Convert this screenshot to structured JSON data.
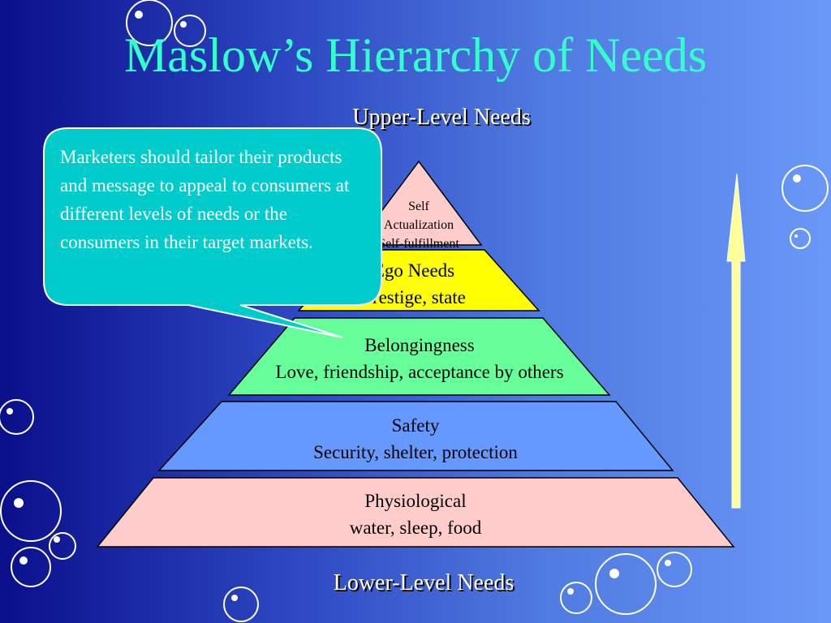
{
  "slide": {
    "title": "Maslow’s Hierarchy of Needs",
    "upper_label": "Upper-Level Needs",
    "lower_label": "Lower-Level Needs",
    "callout": "Marketers should tailor their products and message to appeal to consumers at different levels of needs or the consumers in their target markets."
  },
  "pyramid": {
    "levels": [
      {
        "name": "Self",
        "lines": [
          "Self",
          "Actualization",
          "Self-fulfillment"
        ],
        "color": "#ffcccc"
      },
      {
        "name": "Ego Needs",
        "lines": [
          "Ego Needs",
          "Prestige, state"
        ],
        "color": "#ffff00"
      },
      {
        "name": "Belongingness",
        "lines": [
          "Belongingness",
          "Love, friendship, acceptance by others"
        ],
        "color": "#66ff99"
      },
      {
        "name": "Safety",
        "lines": [
          "Safety",
          "Security, shelter, protection"
        ],
        "color": "#6699ff"
      },
      {
        "name": "Physiological",
        "lines": [
          "Physiological",
          "water, sleep, food"
        ],
        "color": "#ffcccc"
      }
    ]
  },
  "colors": {
    "title": "#33ffcc",
    "callout_fill": "#00cccc",
    "arrow_fill": "#ffff99",
    "bubble_stroke": "#ffffff"
  }
}
